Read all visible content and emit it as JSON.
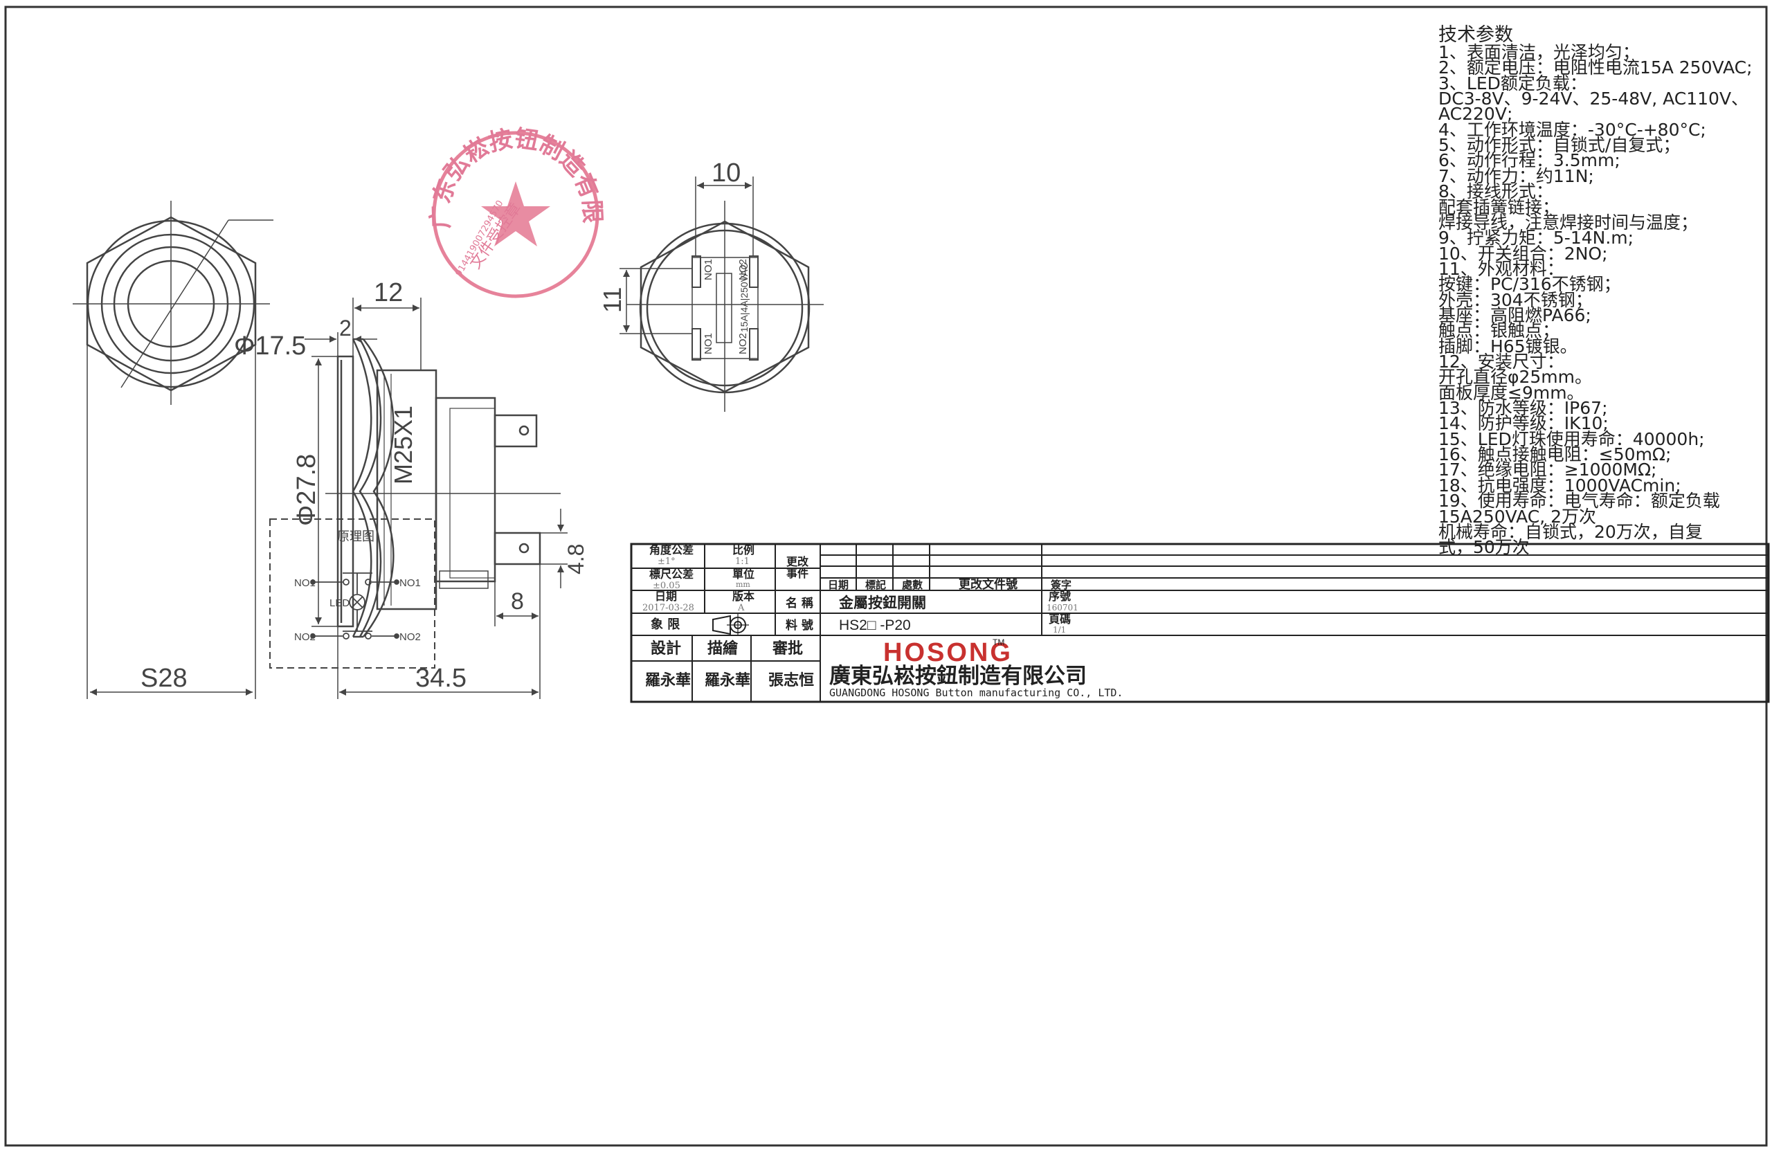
{
  "views": {
    "front": {
      "dim_diameter": "Φ17.5",
      "dim_width": "S28"
    },
    "side": {
      "dim_top": "12",
      "dim_small": "2",
      "dim_diameter": "Φ27.8",
      "dim_thread": "M25X1",
      "dim_terminal": "4.8",
      "dim_terminal_len": "8",
      "dim_length": "34.5"
    },
    "back": {
      "dim_top": "10",
      "dim_left": "11",
      "term_no1_top": "NO1",
      "term_no2_top": "NO2",
      "term_no1_bottom": "NO1",
      "term_no2_bottom": "NO2",
      "rating": "15A|4A|250VAC"
    }
  },
  "stamp": {
    "company": "广东弘崧按钮制造有限公司",
    "purpose": "文件受控章",
    "number": "914419007294570"
  },
  "specs": {
    "title": "技术参数",
    "lines": [
      "1、表面清洁，光泽均匀；",
      "2、额定电压：电阻性电流15A 250VAC;",
      "3、LED额定负载：",
      "DC3-8V、9-24V、25-48V, AC110V、",
      "AC220V;",
      "4、工作环境温度：-30°C-+80°C;",
      "5、动作形式：自锁式/自复式；",
      "6、动作行程：3.5mm;",
      "7、动作力：约11N;",
      "8、接线形式：",
      "    配套插簧链接；",
      "    焊接导线，注意焊接时间与温度；",
      "9、拧紧力矩：5-14N.m;",
      "10、开关组合：2NO;",
      "11、外观材料：",
      "    按键：PC/316不锈钢；",
      "    外壳：304不锈钢；",
      "    基座：高阻燃PA66;",
      "    触点：银触点；",
      "    插脚：H65镀银。",
      "12、安装尺寸：",
      "     开孔直径φ25mm。",
      "     面板厚度≤9mm。",
      "13、防水等级：IP67;",
      "14、防护等级：IK10;",
      "15、LED灯珠使用寿命：40000h;",
      "16、触点接触电阻：≤50mΩ;",
      "17、绝缘电阻：≥1000MΩ;",
      "18、抗电强度：1000VACmin;",
      "19、使用寿命：电气寿命：额定负载",
      "15A250VAC, 2万次",
      "     机械寿命：自锁式，20万次，自复",
      "式，50万次"
    ]
  },
  "schematic": {
    "title": "原理图",
    "no1_left": "NO1",
    "no1_right": "NO1",
    "no2_left": "NO2",
    "no2_right": "NO2",
    "led": "LED"
  },
  "title_block": {
    "angle_tol_label": "角度公差",
    "angle_tol_value": "±1°",
    "scale_label": "比例",
    "scale_value": "1:1",
    "dim_tol_label": "標尺公差",
    "dim_tol_value": "±0.05",
    "unit_label": "單位",
    "unit_value": "mm",
    "date_label": "日期",
    "date_value": "2017-03-28",
    "version_label": "版本",
    "version_value": "A",
    "quadrant_label": "象 限",
    "change_label_1": "更改",
    "change_label_2": "事件",
    "rev_date": "日期",
    "rev_mark": "標記",
    "rev_count": "處數",
    "rev_doc": "更改文件號",
    "rev_sign": "簽字",
    "name_label": "名 稱",
    "name_value": "金屬按鈕開關",
    "part_label": "料 號",
    "part_value": "HS2□ -P20",
    "serial_label": "序號",
    "serial_value": "160701",
    "page_label": "頁碼",
    "page_value": "1/1",
    "design_label": "設計",
    "draw_label": "描繪",
    "review_label": "審批",
    "designer": "羅永華",
    "drafter": "羅永華",
    "reviewer": "張志恒",
    "brand": "HOSONG",
    "tm": "TM",
    "company_cn": "廣東弘崧按鈕制造有限公司",
    "company_en": "GUANGDONG HOSONG Button manufacturing CO., LTD."
  }
}
